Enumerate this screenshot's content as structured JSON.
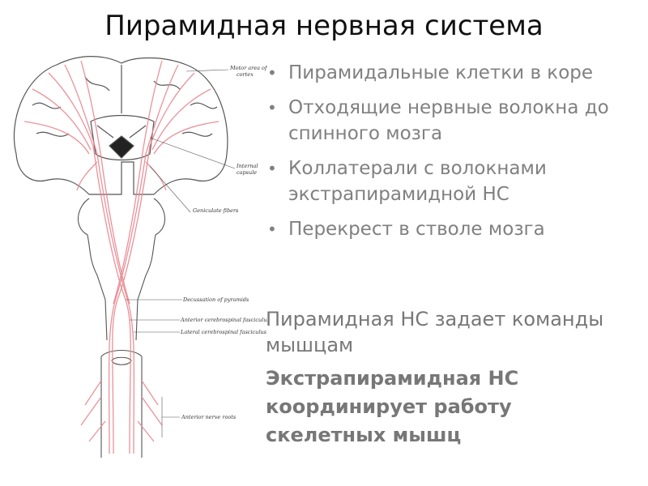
{
  "title": "Пирамидная нервная система",
  "bullets": [
    "Пирамидальные клетки в коре",
    "Отходящие нервные волокна до спинного мозга",
    "Коллатерали с волокнами экстрапирамидной НС",
    "Перекрест в стволе мозга"
  ],
  "paragraph_1": "Пирамидная НС задает команды мышцам",
  "paragraph_2": "Экстрапирамидная НС координирует работу скелетных мышц",
  "diagram_labels": {
    "motor_area_1": "Motor area of",
    "motor_area_2": "cortex",
    "internal_capsule_1": "Internal",
    "internal_capsule_2": "capsule",
    "geniculate_fibers": "Geniculate fibers",
    "decussation": "Decussation of pyramids",
    "anterior_tract": "Anterior cerebrospinal fasciculus",
    "lateral_tract": "Lateral cerebrospinal fasciculus",
    "anterior_roots": "Anterior nerve roots"
  },
  "colors": {
    "fibers": "#e8868f",
    "outline": "#555555",
    "text_gray": "#808080"
  }
}
